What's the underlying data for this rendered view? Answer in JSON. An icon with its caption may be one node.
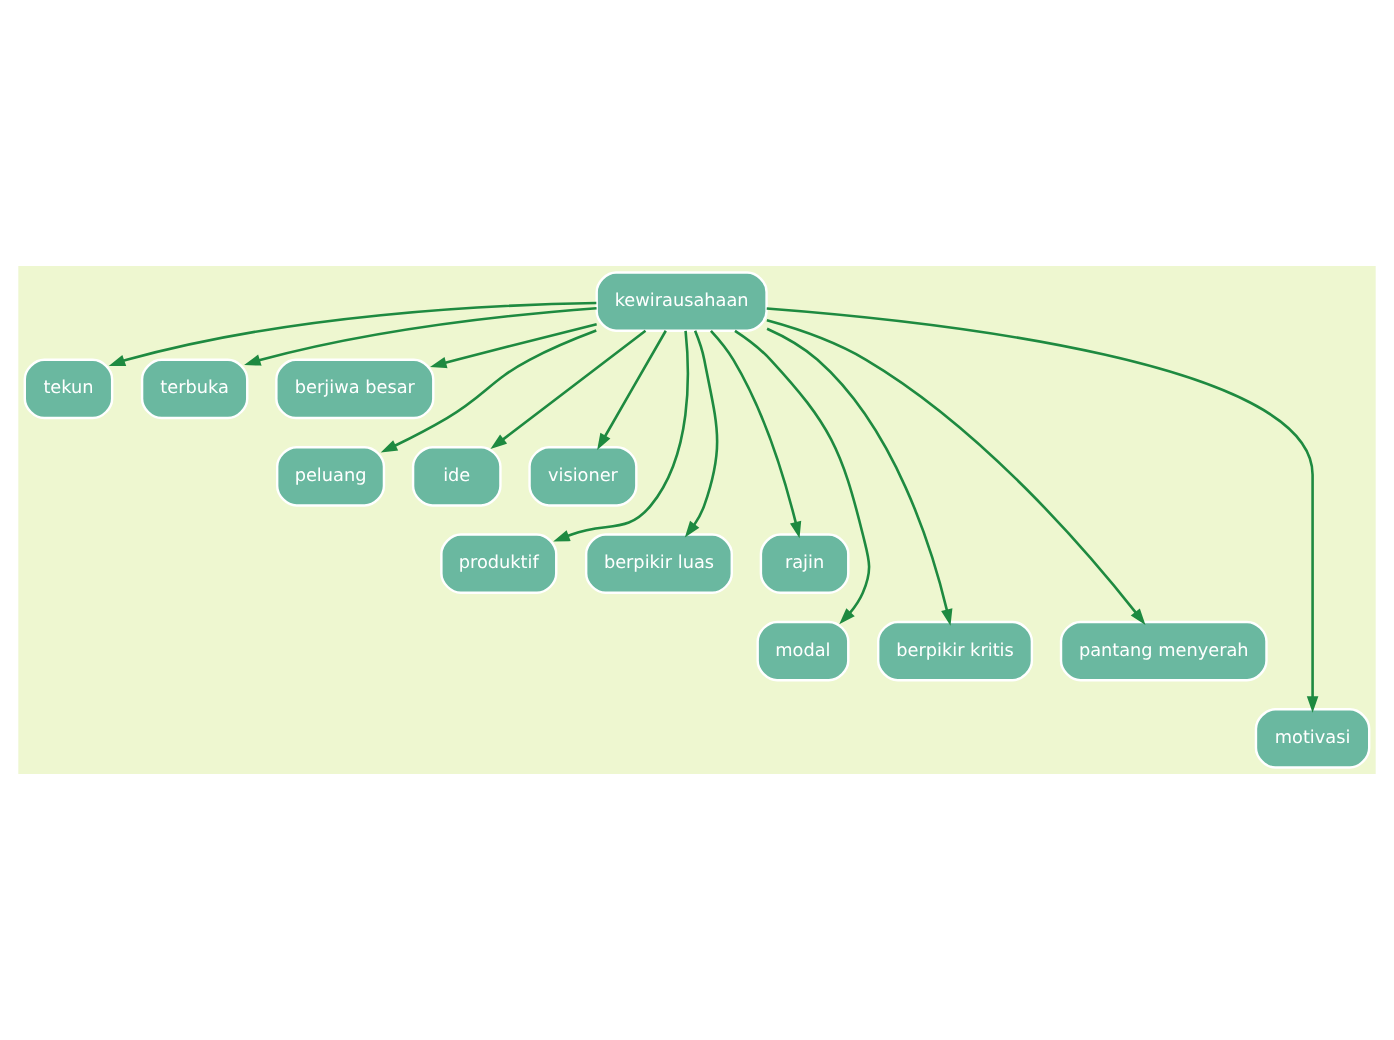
{
  "diagram": {
    "nodes": [
      {
        "text": [
          "kewirausahaan"
        ]
      },
      {
        "text": [
          "tekun"
        ]
      },
      {
        "text": [
          "terbuka"
        ]
      },
      {
        "text": [
          "berjiwa besar"
        ]
      },
      {
        "text": [
          "peluang"
        ]
      },
      {
        "text": [
          "ide"
        ]
      },
      {
        "text": [
          "visioner"
        ]
      },
      {
        "text": [
          "produktif"
        ]
      },
      {
        "text": [
          "berpikir luas"
        ]
      },
      {
        "text": [
          "rajin"
        ]
      },
      {
        "text": [
          "modal"
        ]
      },
      {
        "text": [
          "berpikir kritis"
        ]
      },
      {
        "text": [
          "pantang menyerah"
        ]
      },
      {
        "text": [
          "motivasi"
        ]
      }
    ],
    "edges": [
      {
        "from": 0,
        "to": 1,
        "arrow": "to"
      },
      {
        "from": 0,
        "to": 2,
        "arrow": "to"
      },
      {
        "from": 0,
        "to": 3,
        "arrow": "to"
      },
      {
        "from": 0,
        "to": 4,
        "arrow": "to"
      },
      {
        "from": 0,
        "to": 5,
        "arrow": "to"
      },
      {
        "from": 0,
        "to": 6,
        "arrow": "to"
      },
      {
        "from": 0,
        "to": 7,
        "arrow": "to"
      },
      {
        "from": 0,
        "to": 8,
        "arrow": "to"
      },
      {
        "from": 0,
        "to": 9,
        "arrow": "to"
      },
      {
        "from": 0,
        "to": 10,
        "arrow": "to"
      },
      {
        "from": 0,
        "to": 11,
        "arrow": "to"
      },
      {
        "from": 0,
        "to": 12,
        "arrow": "to"
      },
      {
        "from": 0,
        "to": 13,
        "arrow": "to"
      }
    ]
  }
}
